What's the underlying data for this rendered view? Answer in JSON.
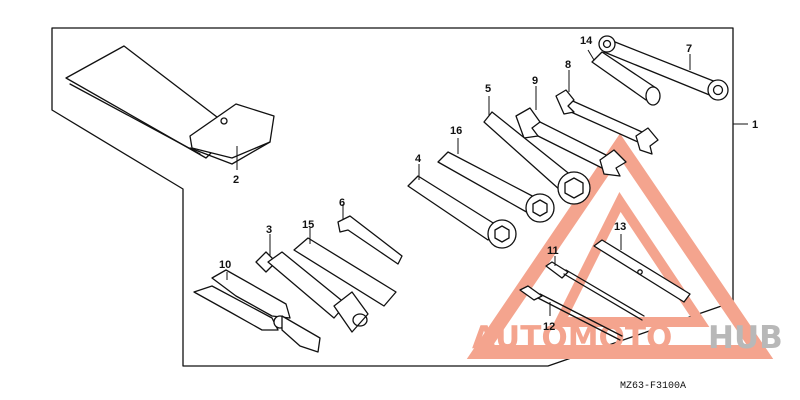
{
  "parts": [
    {
      "id": "1",
      "name": "tool-kit-assembly"
    },
    {
      "id": "2",
      "name": "tool-bag"
    },
    {
      "id": "3",
      "name": "spark-plug-wrench"
    },
    {
      "id": "4",
      "name": "wrench-a"
    },
    {
      "id": "5",
      "name": "box-end-wrench"
    },
    {
      "id": "6",
      "name": "hex-key"
    },
    {
      "id": "7",
      "name": "combination-wrench"
    },
    {
      "id": "8",
      "name": "open-end-wrench-a"
    },
    {
      "id": "9",
      "name": "open-end-wrench-b"
    },
    {
      "id": "10",
      "name": "pliers"
    },
    {
      "id": "11",
      "name": "screwdriver-phillips"
    },
    {
      "id": "12",
      "name": "screwdriver-flat"
    },
    {
      "id": "13",
      "name": "screwdriver-handle"
    },
    {
      "id": "14",
      "name": "socket-extension"
    },
    {
      "id": "15",
      "name": "tommy-bar"
    },
    {
      "id": "16",
      "name": "wrench-b"
    }
  ],
  "diagram_code": "MZ63-F3100A",
  "watermark": {
    "text_left": "AUTOMOTO",
    "text_right": "HUB",
    "color_primary": "#f4a48e",
    "color_secondary": "#b8b8b8"
  }
}
